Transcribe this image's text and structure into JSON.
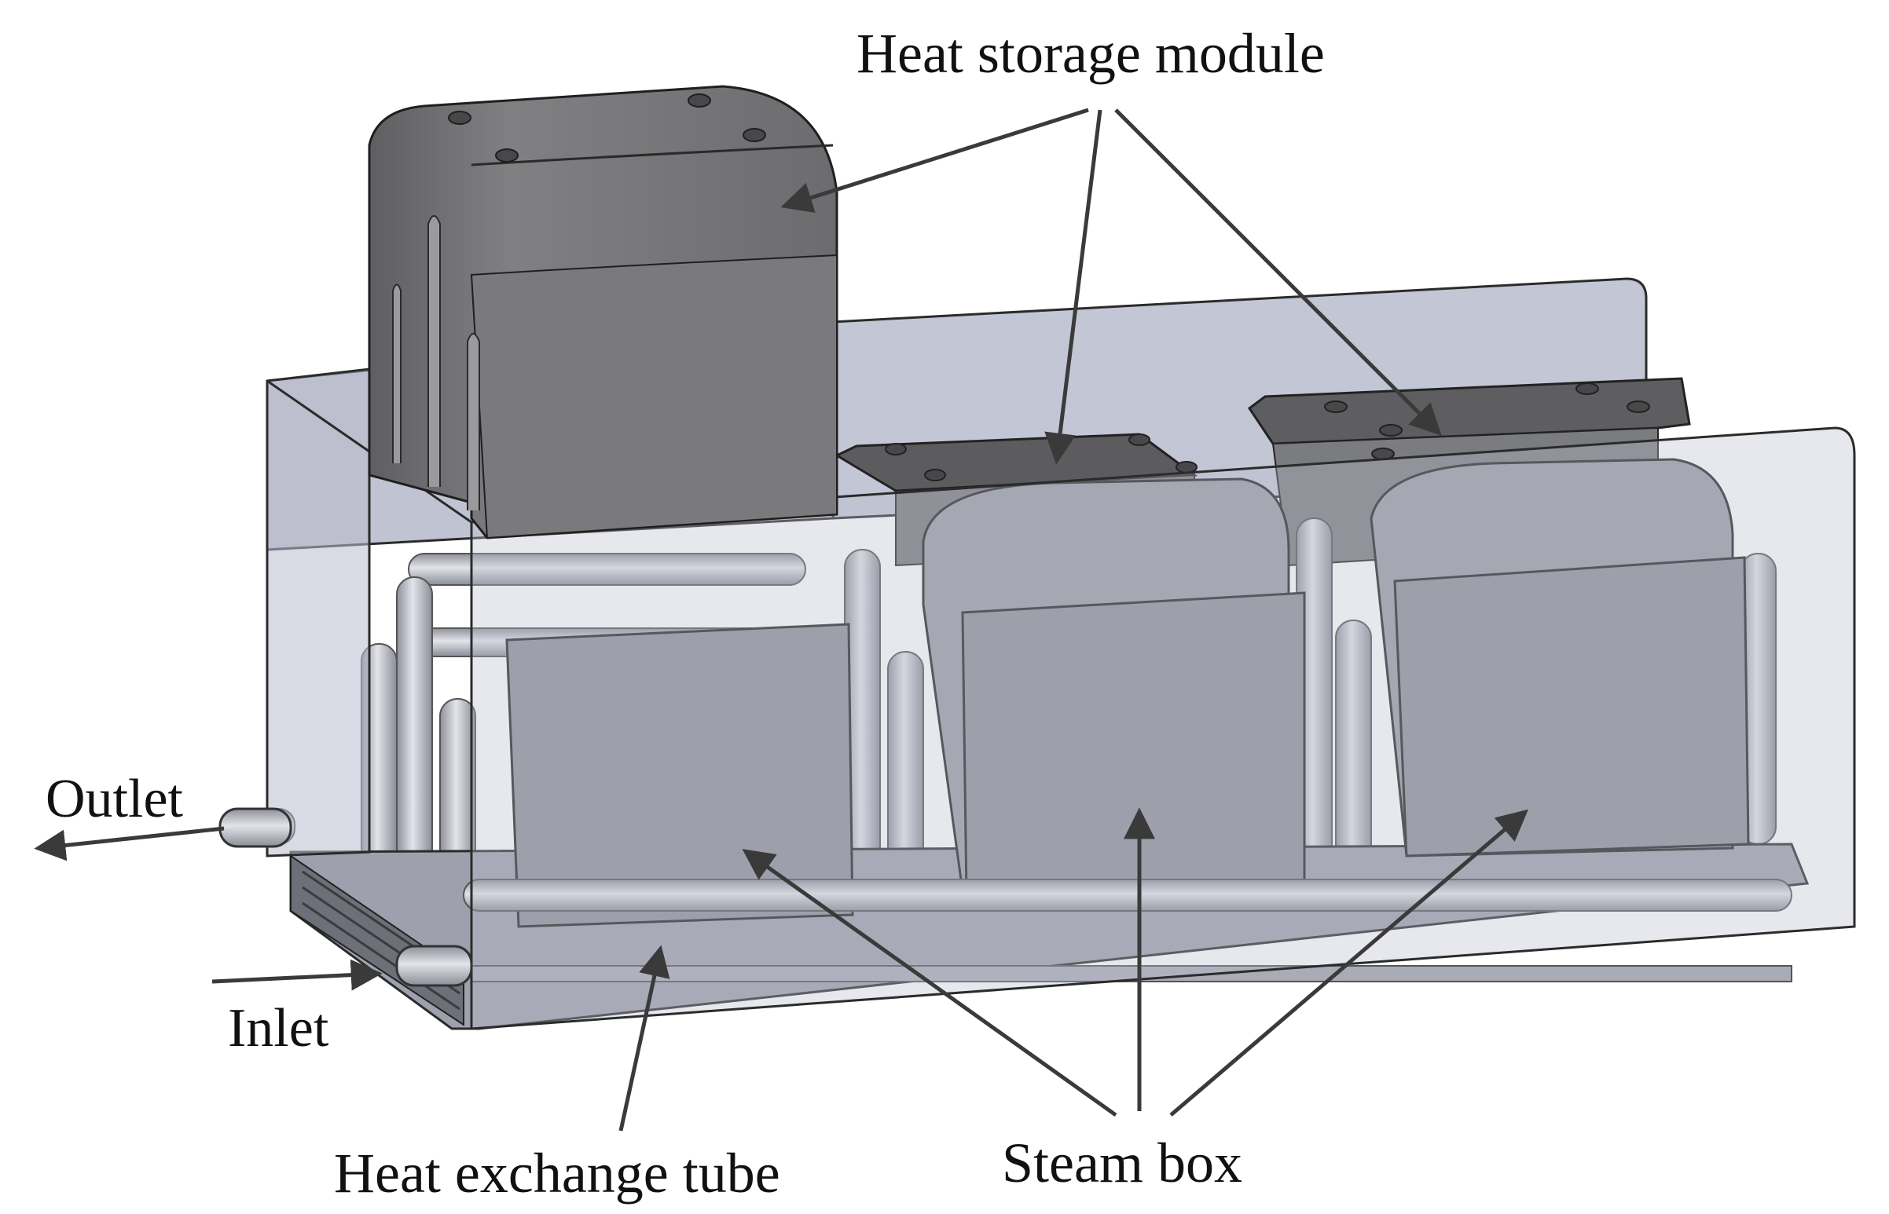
{
  "labels": {
    "heat_storage_module": "Heat storage module",
    "outlet": "Outlet",
    "inlet": "Inlet",
    "heat_exchange_tube": "Heat exchange tube",
    "steam_box": "Steam box"
  },
  "colors": {
    "background": "#ffffff",
    "container_fill": "#b9bccc",
    "container_edge": "#2b2b2b",
    "module_dark": "#6e6e70",
    "module_mid": "#7d7d80",
    "module_top": "#5d5d60",
    "steam_box_face": "#8d8e99",
    "pipe": "#a7a9b4",
    "pipe_highlight": "#e3e4ea",
    "arrow": "#3a3a3a",
    "text": "#111111"
  }
}
